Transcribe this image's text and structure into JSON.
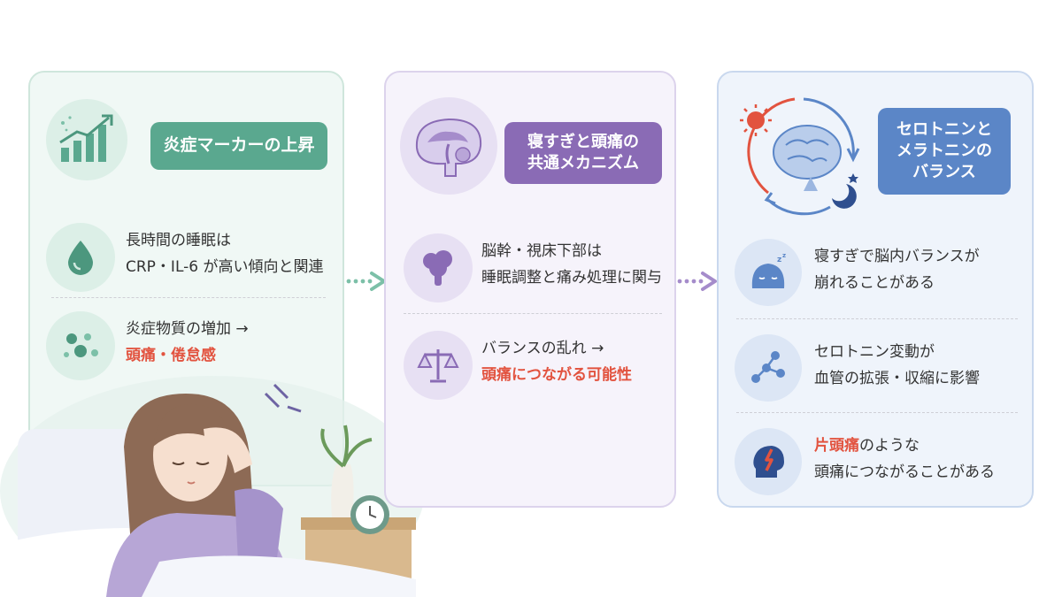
{
  "panel1": {
    "badge": "炎症マーカーの上昇",
    "item1": {
      "line1": "長時間の睡眠は",
      "line2": "CRP・IL-6 が高い傾向と関連"
    },
    "item2": {
      "line1": "炎症物質の増加 →",
      "line2": "頭痛・倦怠感"
    }
  },
  "panel2": {
    "badge_line1": "寝すぎと頭痛の",
    "badge_line2": "共通メカニズム",
    "item1": {
      "line1": "脳幹・視床下部は",
      "line2": "睡眠調整と痛み処理に関与"
    },
    "item2": {
      "line1": "バランスの乱れ →",
      "line2": "頭痛につながる可能性"
    }
  },
  "panel3": {
    "badge_line1": "セロトニンと",
    "badge_line2": "メラトニンの",
    "badge_line3": "バランス",
    "item1": {
      "line1": "寝すぎで脳内バランスが",
      "line2": "崩れることがある"
    },
    "item2": {
      "line1": "セロトニン変動が",
      "line2": "血管の拡張・収縮に影響"
    },
    "item3": {
      "line1_highlight": "片頭痛",
      "line1_rest": "のような",
      "line2": "頭痛につながることがある"
    }
  },
  "colors": {
    "green": "#5aa88f",
    "purple": "#8a6bb5",
    "blue": "#5b86c7",
    "red": "#e2533f"
  }
}
